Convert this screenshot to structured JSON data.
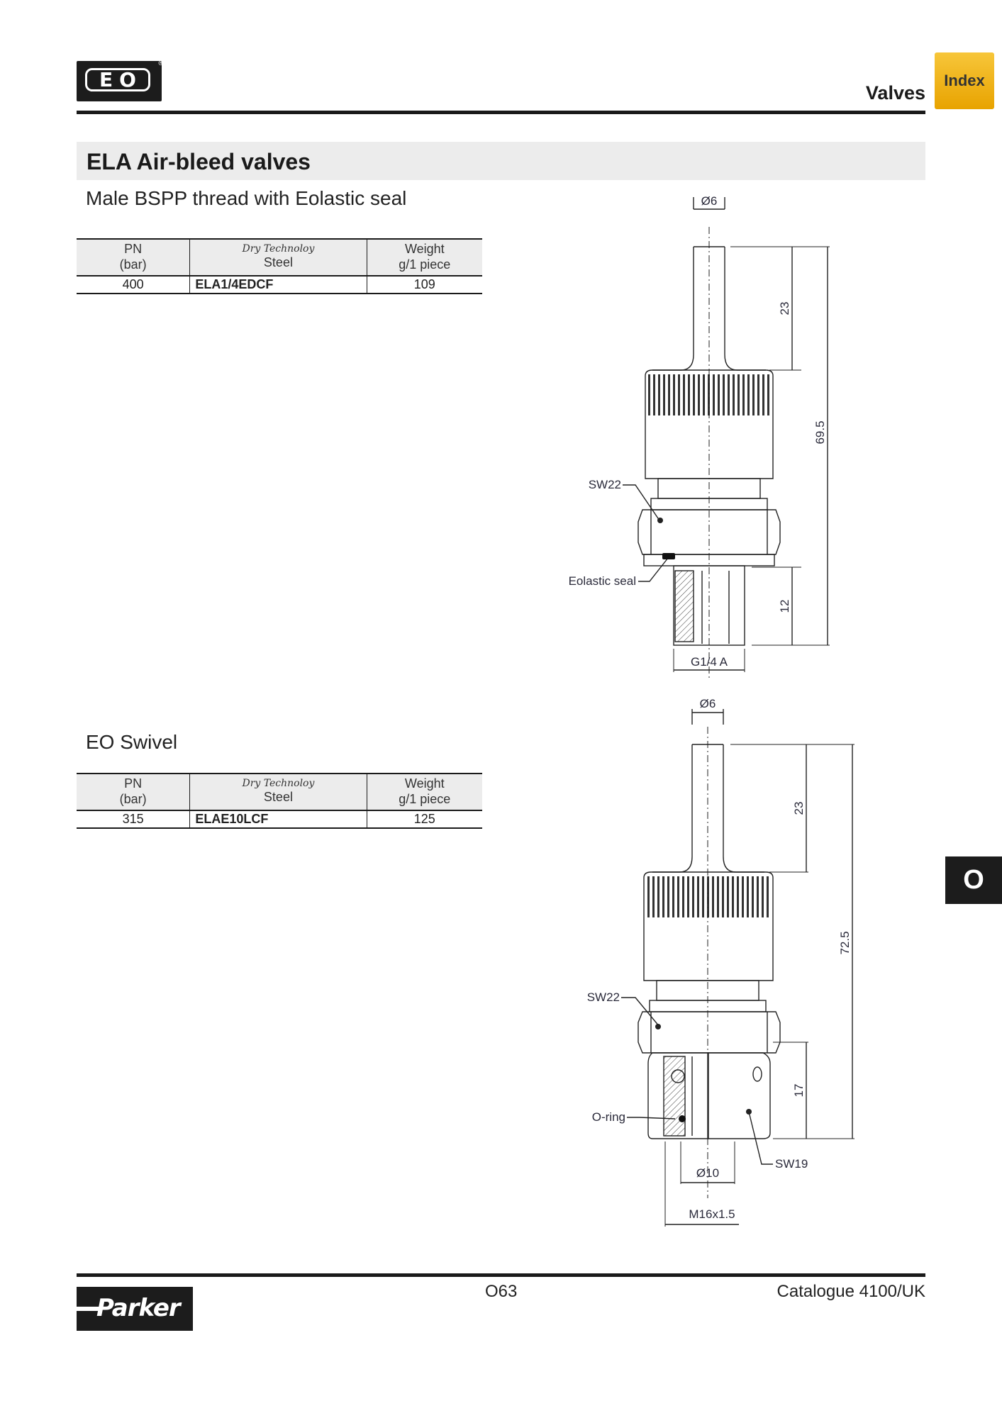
{
  "header": {
    "logo_text": "EO",
    "section": "Valves",
    "index_tab": "Index"
  },
  "title": "ELA  Air-bleed valves",
  "variant1": {
    "subtitle": "Male BSPP thread with Eolastic seal",
    "table": {
      "headers": {
        "pn_line1": "PN",
        "pn_line2": "(bar)",
        "material_script": "Dry Technoloy",
        "material": "Steel",
        "weight_line1": "Weight",
        "weight_line2": "g/1 piece"
      },
      "rows": [
        {
          "pn": "400",
          "code": "ELA1/4EDCF",
          "weight": "109"
        }
      ]
    },
    "drawing": {
      "dia_top": "Ø6",
      "len_stem": "23",
      "len_total": "69.5",
      "len_thread": "12",
      "wrench": "SW22",
      "seal": "Eolastic seal",
      "thread": "G1/4 A"
    }
  },
  "variant2": {
    "subtitle": "EO Swivel",
    "table": {
      "headers": {
        "pn_line1": "PN",
        "pn_line2": "(bar)",
        "material_script": "Dry Technoloy",
        "material": "Steel",
        "weight_line1": "Weight",
        "weight_line2": "g/1 piece"
      },
      "rows": [
        {
          "pn": "315",
          "code": "ELAE10LCF",
          "weight": "125"
        }
      ]
    },
    "drawing": {
      "dia_top": "Ø6",
      "len_stem": "23",
      "len_total": "72.5",
      "len_nut": "17",
      "wrench": "SW22",
      "oring": "O-ring",
      "wrench_nut": "SW19",
      "dia_bore": "Ø10",
      "thread": "M16x1.5"
    }
  },
  "side_tab": "O",
  "footer": {
    "brand": "Parker",
    "page": "O63",
    "catalogue": "Catalogue 4100/UK"
  }
}
